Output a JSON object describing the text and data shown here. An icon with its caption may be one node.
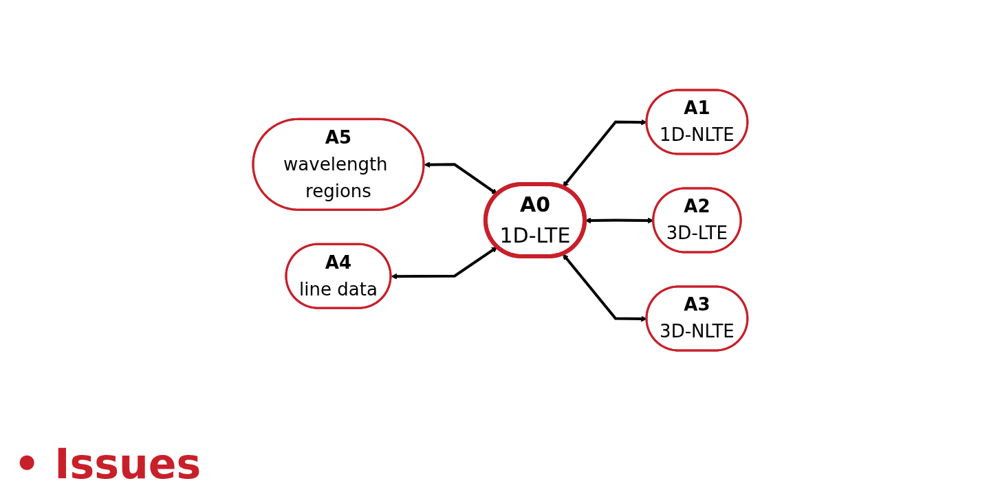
{
  "diagram": {
    "nodes": [
      {
        "text": [
          "A5",
          "wavelength regions"
        ]
      },
      {
        "text": [
          "A1",
          "1D-NLTE"
        ]
      },
      {
        "text": [
          "A0",
          "1D-LTE"
        ]
      },
      {
        "text": [
          "A4",
          "line data"
        ]
      },
      {
        "text": [
          "A2",
          "3D-LTE"
        ]
      },
      {
        "text": [
          "A3",
          "3D-NLTE"
        ]
      }
    ],
    "edges": [
      {
        "from": 0,
        "to": 2,
        "arrow": "both"
      },
      {
        "from": 2,
        "to": 1,
        "arrow": "both"
      },
      {
        "from": 3,
        "to": 2,
        "arrow": "both"
      },
      {
        "from": 2,
        "to": 4,
        "arrow": "both"
      },
      {
        "from": 2,
        "to": 5,
        "arrow": "both"
      }
    ],
    "labels": [
      "• Issues"
    ]
  }
}
